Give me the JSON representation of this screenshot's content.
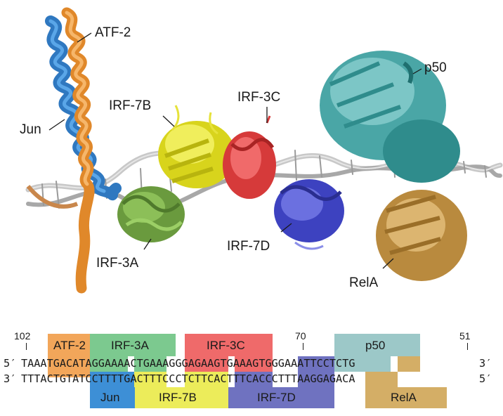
{
  "labels": {
    "atf2": "ATF-2",
    "jun": "Jun",
    "irf7b": "IRF-7B",
    "irf3c": "IRF-3C",
    "p50": "p50",
    "irf3a": "IRF-3A",
    "irf7d": "IRF-7D",
    "rela": "RelA"
  },
  "sequence": {
    "top_prefix": "5′",
    "top_strand": "TAAATGACATAGGAAAACTGAAAGGGAGAAGTGAAAGTGGGAAATTCCTCTG",
    "top_suffix": "3′",
    "bottom_prefix": "3′",
    "bottom_strand": "TTTACTGTATCCTTTTGACTTTCCCTCTTCACTTTCACCCTTTAAGGAGACA",
    "bottom_suffix": "5′",
    "positions": [
      "102",
      "70",
      "51"
    ]
  },
  "colors": {
    "atf2": "#f2a65a",
    "irf3a": "#7cc98f",
    "irf3c": "#ef6a6a",
    "p50": "#9cc8c8",
    "jun": "#3d8fd6",
    "irf7b": "#ecec5a",
    "irf7d": "#6f72c0",
    "rela": "#d4ae66"
  }
}
